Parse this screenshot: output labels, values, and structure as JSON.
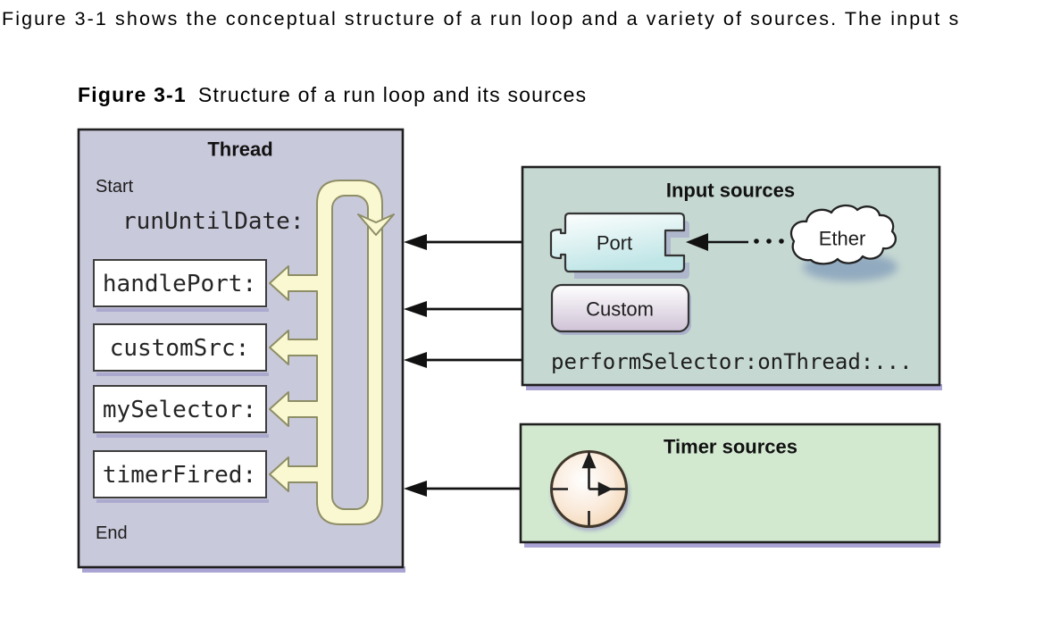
{
  "intro": {
    "text": "Figure 3-1 shows the conceptual structure of a run loop and a variety of sources. The input s"
  },
  "caption": {
    "label": "Figure 3-1",
    "title": "Structure of a run loop and its sources"
  },
  "thread_panel": {
    "title": "Thread",
    "start_label": "Start",
    "run_until_date": "runUntilDate:",
    "handlers": [
      "handlePort:",
      "customSrc:",
      "mySelector:",
      "timerFired:"
    ],
    "end_label": "End"
  },
  "input_panel": {
    "title": "Input sources",
    "port_label": "Port",
    "custom_label": "Custom",
    "perform_selector": "performSelector:onThread:...",
    "ether_label": "Ether"
  },
  "timer_panel": {
    "title": "Timer sources"
  },
  "colors": {
    "thread_panel_bg": "#c9c9dc",
    "input_panel_bg": "#c6d8d2",
    "timer_panel_bg": "#d2e9d0",
    "loop_fill": "#f9f8d0",
    "loop_stroke": "#8e8e66",
    "panel_border": "#1f1f1f",
    "handler_box_bg": "#ffffff",
    "port_fill_bottom": "#bfe5e6",
    "custom_fill_bottom": "#cfc2d6",
    "clock_fill_edge": "#f2d2ae",
    "shadow_violet": "#8d86c5",
    "arrow_black": "#111111"
  }
}
